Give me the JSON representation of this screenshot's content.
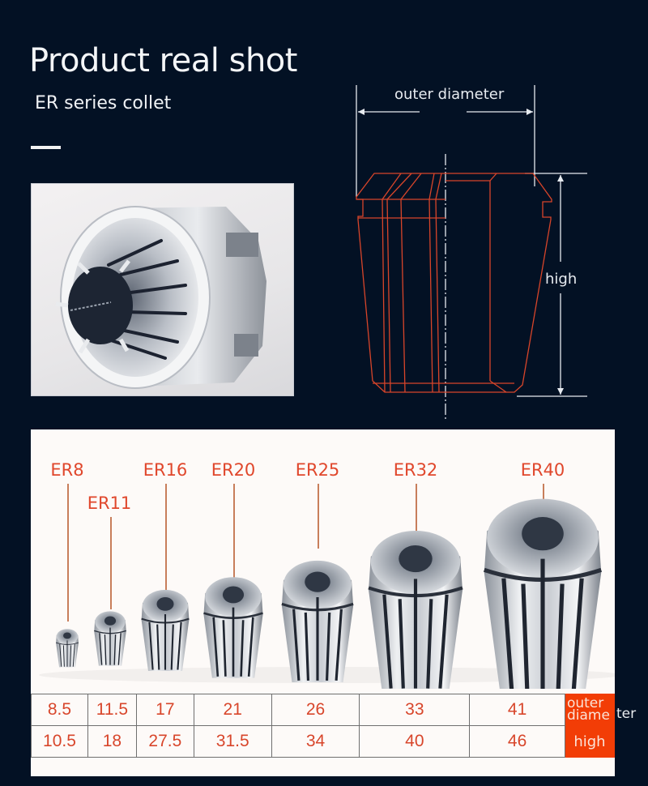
{
  "header": {
    "title": "Product real shot",
    "subtitle": "ER series collet"
  },
  "diagram": {
    "outer_diameter_label": "outer diameter",
    "height_label": "high",
    "line_color": "#d8452a",
    "dimension_color": "#e7ebf0"
  },
  "collets": [
    {
      "model": "ER8",
      "outer_diameter": "8.5",
      "high": "10.5"
    },
    {
      "model": "ER11",
      "outer_diameter": "11.5",
      "high": "18"
    },
    {
      "model": "ER16",
      "outer_diameter": "17",
      "high": "27.5"
    },
    {
      "model": "ER20",
      "outer_diameter": "21",
      "high": "31.5"
    },
    {
      "model": "ER25",
      "outer_diameter": "26",
      "high": "34"
    },
    {
      "model": "ER32",
      "outer_diameter": "33",
      "high": "40"
    },
    {
      "model": "ER40",
      "outer_diameter": "41",
      "high": "46"
    }
  ],
  "table": {
    "row_labels": {
      "outer_line1": "outer",
      "outer_line2": "diame",
      "outer_overflow": "ter",
      "high": "high"
    }
  },
  "colors": {
    "background": "#031124",
    "accent": "#f23d06",
    "label_text": "#e0472c"
  }
}
